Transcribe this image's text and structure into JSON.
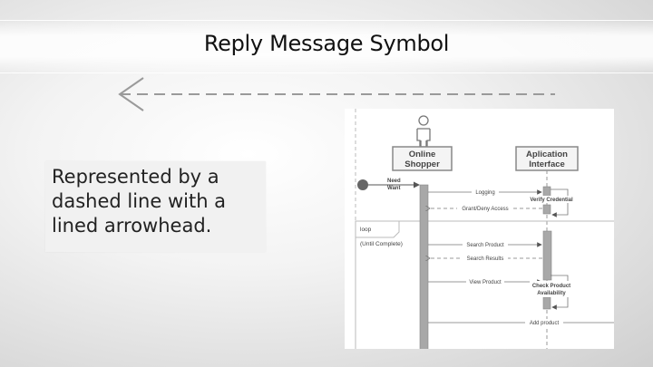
{
  "slide": {
    "title": "Reply Message Symbol",
    "description": "Represented by a dashed line with a lined arrowhead."
  },
  "colors": {
    "symbol_stroke": "#9a9a9a",
    "diagram_line": "#888888",
    "activation_bar": "#a8a8a8",
    "actor_box": "#f4f4f4"
  },
  "diagram": {
    "participants": {
      "shopper_line1": "Online",
      "shopper_line2": "Shopper",
      "app_line1": "Aplication",
      "app_line2": "Interface"
    },
    "initial_message": {
      "line1": "Need",
      "line2": "Want"
    },
    "messages": {
      "logging": "Logging",
      "verify": "Verify Credential",
      "grant": "Grant/Deny Access",
      "search_product": "Search Product",
      "search_results": "Search Results",
      "view_product": "View Product",
      "check_line1": "Check Product",
      "check_line2": "Availability",
      "add_product": "Add product"
    },
    "fragment": {
      "operator": "loop",
      "guard": "(Until Complete)"
    }
  }
}
